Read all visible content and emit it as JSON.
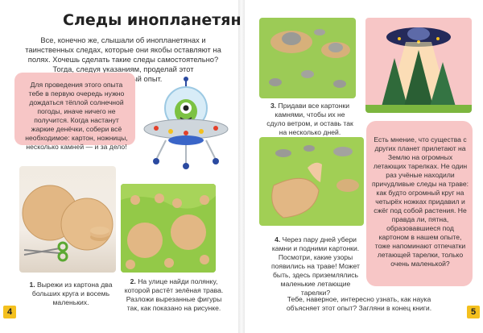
{
  "left": {
    "title": "Следы инопланетян",
    "intro": "Все, конечно же, слышали об инопланетянах и таинственных следах, которые они якобы оставляют на полях. Хочешь сделать такие следы самостоятельно? Тогда, следуя указаниям, проделай этот познавательный опыт.",
    "pink_box": "Для проведения этого опыта тебе в первую очередь нужно дождаться тёплой солнечной погоды, иначе ничего не получится. Когда настанут жаркие денёчки, собери всё необходимое: картон, ножницы, несколько камней — и за дело!",
    "step1_num": "1.",
    "step1": "Вырежи из картона два больших круга и восемь маленьких.",
    "step2_num": "2.",
    "step2": "На улице найди полянку, которой растёт зелёная трава. Разложи вырезанные фигуры так, как показано на рисунке.",
    "page_num": "4"
  },
  "right": {
    "step3_num": "3.",
    "step3": "Придави все картонки камнями, чтобы их не сдуло ветром, и оставь так на несколько дней.",
    "step4_num": "4.",
    "step4": "Через пару дней убери камни и подними картонки. Посмотри, какие узоры появились на траве! Может быть, здесь приземлялись маленькие летающие тарелки?",
    "bubble": "Есть мнение, что существа с других планет прилетают на Землю на огромных летающих тарелках. Не один раз учёные находили причудливые следы на траве: как будто огромный круг на четырёх ножках придавил и сжёг под собой растения. Не правда ли, пятна, образовавшиеся под картоном в нашем опыте, тоже напоминают отпечатки летающей тарелки, только очень маленькой?",
    "outro": "Тебе, наверное, интересно узнать, как наука объясняет этот опыт? Загляни в конец книги.",
    "page_num": "5"
  },
  "colors": {
    "pink": "#f7c6c6",
    "grass": "#8cc63f",
    "cardboard": "#e2b784",
    "page_badge": "#f4c01e"
  }
}
